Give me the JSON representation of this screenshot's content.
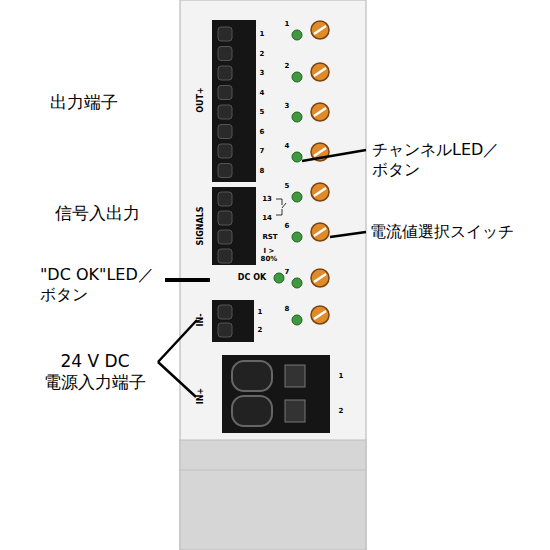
{
  "diagram": {
    "labels": [
      "出力端子",
      "信号入出力",
      "\"DC OK\"LED／ ボタン",
      "24 V DC 電源入力端子",
      "チャンネルLED／ ボタン",
      "電流値選択スイッチ",
      "OUT+",
      "1",
      "2",
      "3",
      "4",
      "5",
      "6",
      "7",
      "8",
      "SIGNALS",
      "13",
      "14",
      "RST",
      "I > 80%",
      "DC OK",
      "IN-",
      "1",
      "2",
      "IN+",
      "1",
      "2",
      "1",
      "2",
      "3",
      "4",
      "5",
      "6",
      "7",
      "8"
    ]
  }
}
